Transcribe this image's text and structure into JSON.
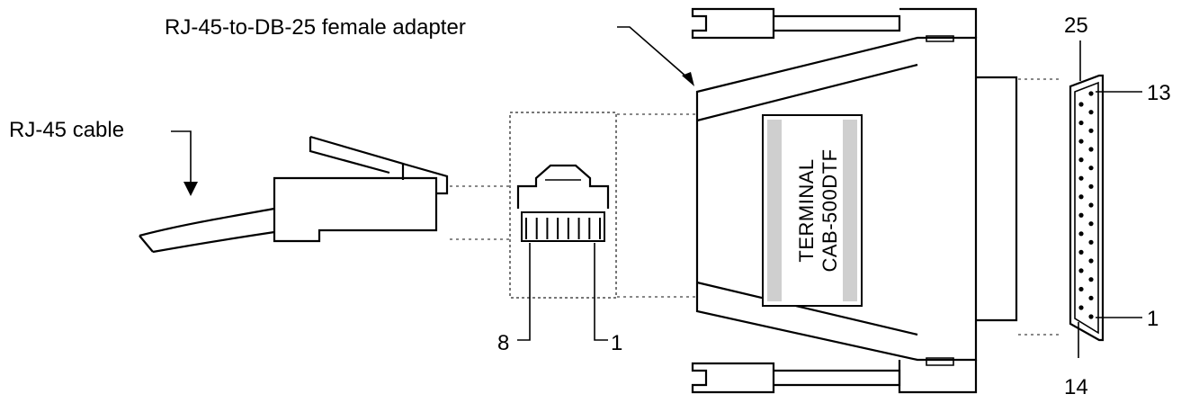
{
  "labels": {
    "adapter": "RJ-45-to-DB-25 female adapter",
    "cable": "RJ-45 cable",
    "jack_pin_left": "8",
    "jack_pin_right": "1",
    "db_pin_25": "25",
    "db_pin_13": "13",
    "db_pin_1": "1",
    "db_pin_14": "14",
    "shell_line1": "TERMINAL",
    "shell_line2": "CAB-500DTF"
  },
  "db25": {
    "top_row_pins": 13,
    "bottom_row_pins": 12
  },
  "rj45": {
    "contacts": 8
  }
}
